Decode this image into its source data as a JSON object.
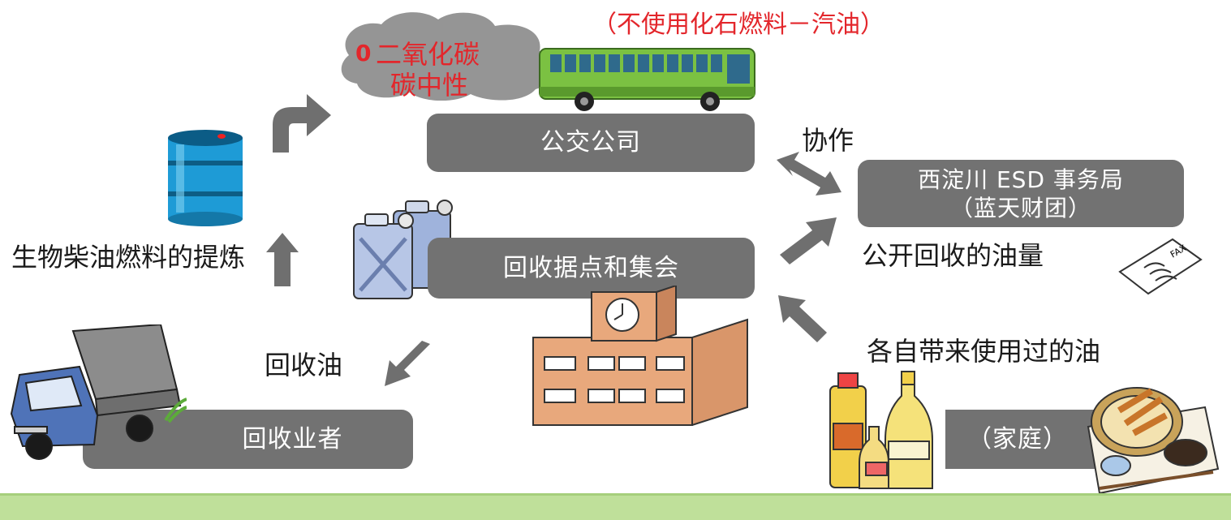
{
  "top_note": "（不使用化石燃料－汽油）",
  "co2": {
    "zero": "0",
    "line1": "二氧化碳",
    "line2": "碳中性"
  },
  "boxes": {
    "bus_company": "公交公司",
    "esd_office_line1": "西淀川 ESD 事务局",
    "esd_office_line2": "（蓝天财团）",
    "collection_point": "回收据点和集会",
    "recycler": "回收业者",
    "household": "（家庭）"
  },
  "labels": {
    "cooperation": "协作",
    "biodiesel": "生物柴油燃料的提炼",
    "publish_amount": "公开回收的油量",
    "collected_oil": "回收油",
    "bring_used_oil": "各自带来使用过的油"
  },
  "colors": {
    "box": "#727272",
    "arrow": "#6f6f6f",
    "accent_red": "#e3262b",
    "bus_green": "#7bc142",
    "bottom_bar": "#bfe09a"
  }
}
